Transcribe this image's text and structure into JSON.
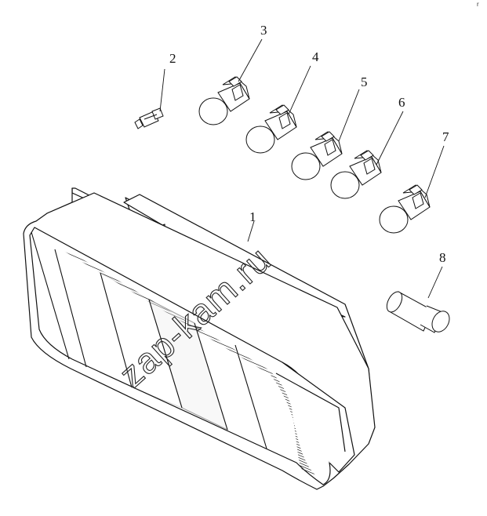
{
  "diagram": {
    "callouts": [
      {
        "id": "1",
        "text": "1"
      },
      {
        "id": "2",
        "text": "2"
      },
      {
        "id": "3",
        "text": "3"
      },
      {
        "id": "4",
        "text": "4"
      },
      {
        "id": "5",
        "text": "5"
      },
      {
        "id": "6",
        "text": "6"
      },
      {
        "id": "7",
        "text": "7"
      },
      {
        "id": "8",
        "text": "8"
      }
    ],
    "watermark": "zap-kam.ru",
    "corner_mark": "r"
  }
}
